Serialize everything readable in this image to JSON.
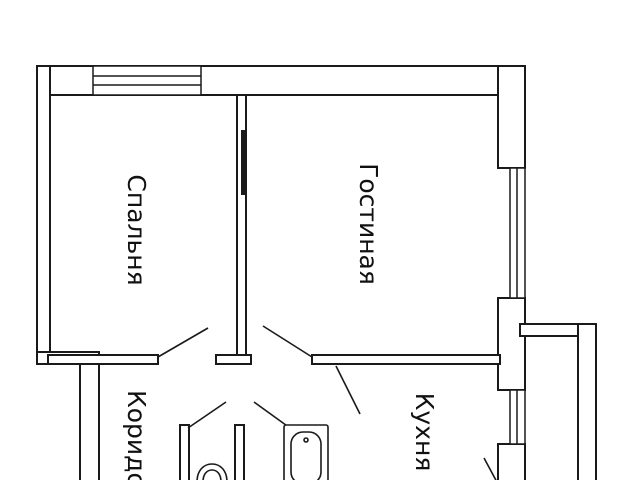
{
  "floor_plan": {
    "rooms": [
      {
        "id": "bedroom",
        "label": "Спальня"
      },
      {
        "id": "living-room",
        "label": "Гостиная"
      },
      {
        "id": "corridor",
        "label": "Коридор"
      },
      {
        "id": "kitchen",
        "label": "Кухня"
      }
    ],
    "colors": {
      "wall_fill": "#ffffff",
      "wall_stroke": "#1a1a1a",
      "background": "#ffffff"
    },
    "fixtures": [
      "bathtub-icon",
      "toilet-icon",
      "window-icon",
      "door-swing-icon"
    ]
  }
}
